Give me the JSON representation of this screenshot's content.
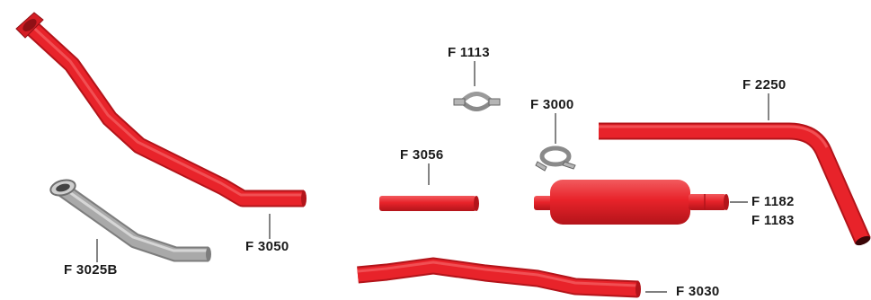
{
  "colors": {
    "pipe_red": "#e8232a",
    "pipe_red_dark": "#b3141a",
    "pipe_red_light": "#f25a5e",
    "grey_pipe": "#a9a9a9",
    "clamp_grey": "#9a9a9a",
    "leader_line": "#333333"
  },
  "parts": [
    {
      "code": "F 3025B",
      "part": "grey-bend-pipe"
    },
    {
      "code": "F 3050",
      "part": "front-pipe"
    },
    {
      "code": "F 1113",
      "part": "clamp"
    },
    {
      "code": "F 3000",
      "part": "clamp"
    },
    {
      "code": "F 3056",
      "part": "short-pipe"
    },
    {
      "code": "F 2250",
      "part": "tail-pipe"
    },
    {
      "code": "F 1182",
      "part": "muffler"
    },
    {
      "code": "F 1183",
      "part": "muffler"
    },
    {
      "code": "F 3030",
      "part": "rear-pipe"
    }
  ],
  "icons": [
    "flange-icon",
    "clamp-icon",
    "muffler-icon"
  ]
}
